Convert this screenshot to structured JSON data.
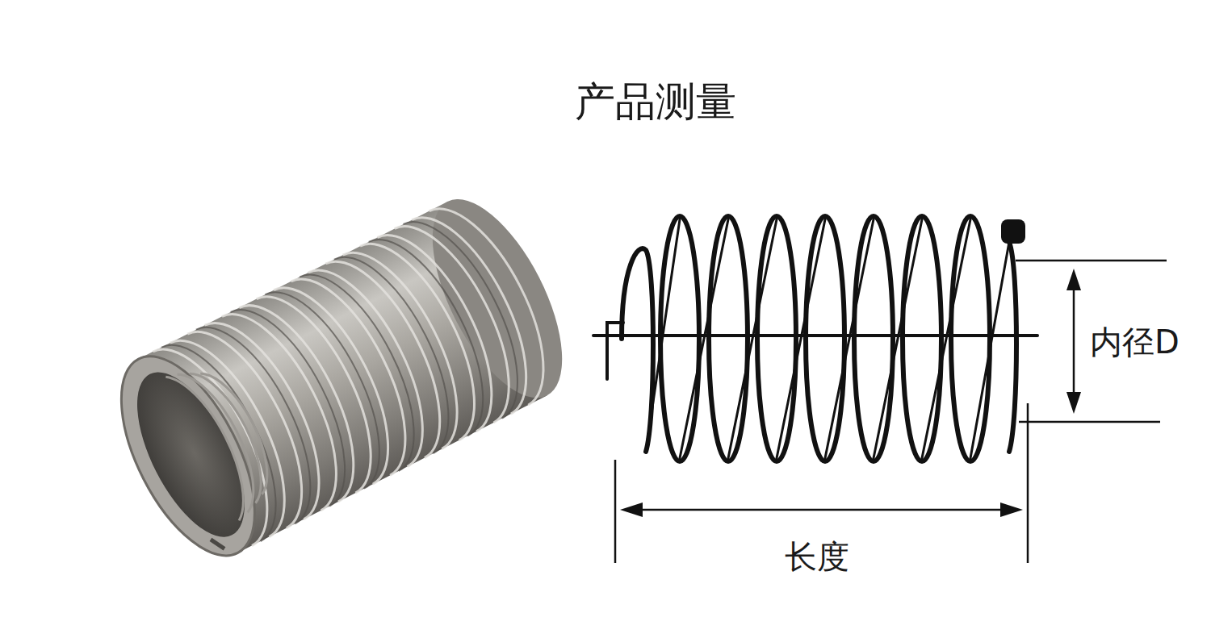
{
  "diagram": {
    "title": "产品测量",
    "labels": [
      "内径D",
      "长度"
    ]
  }
}
